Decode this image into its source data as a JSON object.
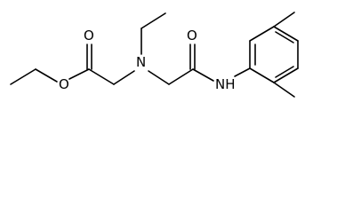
{
  "structure": {
    "atoms": {
      "ester_carbonyl_o": "O",
      "ester_ether_o": "O",
      "amine_n": "N",
      "amide_carbonyl_o": "O",
      "amide_nh": "NH"
    }
  }
}
